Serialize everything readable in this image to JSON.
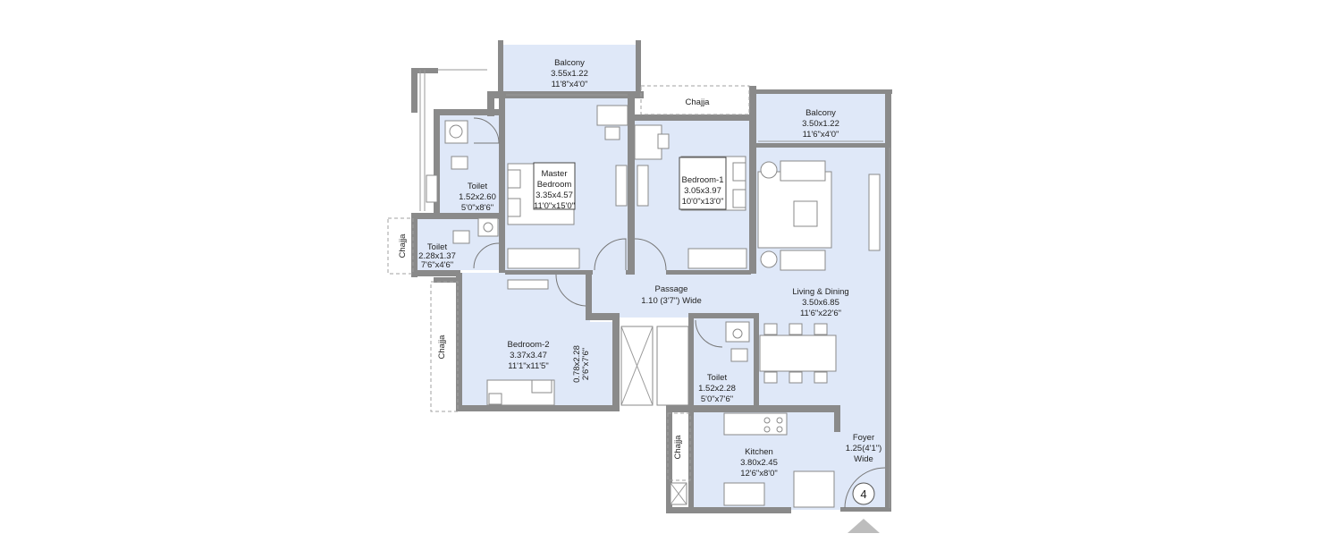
{
  "rooms": {
    "balcony_top": {
      "name": "Balcony",
      "metric": "3.55x1.22",
      "imperial": "11'8\"x4'0\""
    },
    "balcony_right": {
      "name": "Balcony",
      "metric": "3.50x1.22",
      "imperial": "11'6\"x4'0\""
    },
    "chajja_top": {
      "name": "Chajja"
    },
    "chajja_left": {
      "name": "Chajja"
    },
    "chajja_bedroom2": {
      "name": "Chajja"
    },
    "chajja_kitchen": {
      "name": "Chajja"
    },
    "master_bedroom": {
      "name1": "Master",
      "name2": "Bedroom",
      "metric": "3.35x4.57",
      "imperial": "11'0\"x15'0\""
    },
    "bedroom1": {
      "name": "Bedroom-1",
      "metric": "3.05x3.97",
      "imperial": "10'0\"x13'0\""
    },
    "bedroom2": {
      "name": "Bedroom-2",
      "metric": "3.37x3.47",
      "imperial": "11'1\"x11'5\""
    },
    "toilet_master": {
      "name": "Toilet",
      "metric": "1.52x2.60",
      "imperial": "5'0\"x8'6\""
    },
    "toilet_left": {
      "name": "Toilet",
      "metric": "2.28x1.37",
      "imperial": "7'6\"x4'6\""
    },
    "toilet_common": {
      "name": "Toilet",
      "metric": "1.52x2.28",
      "imperial": "5'0\"x7'6\""
    },
    "passage": {
      "name": "Passage",
      "dims": "1.10 (3'7\") Wide"
    },
    "living": {
      "name": "Living & Dining",
      "metric": "3.50x6.85",
      "imperial": "11'6\"x22'6\""
    },
    "kitchen": {
      "name": "Kitchen",
      "metric": "3.80x2.45",
      "imperial": "12'6\"x8'0\""
    },
    "foyer": {
      "name": "Foyer",
      "dims": "1.25(4'1\")",
      "extra": "Wide"
    },
    "wardrobe": {
      "metric": "0.78x2.28",
      "imperial": "2'6\"x7'6\""
    }
  },
  "entry_marker": "4",
  "colors": {
    "room_fill": "#dfe8f8",
    "wall": "#8a8a8a",
    "background": "#ffffff"
  }
}
